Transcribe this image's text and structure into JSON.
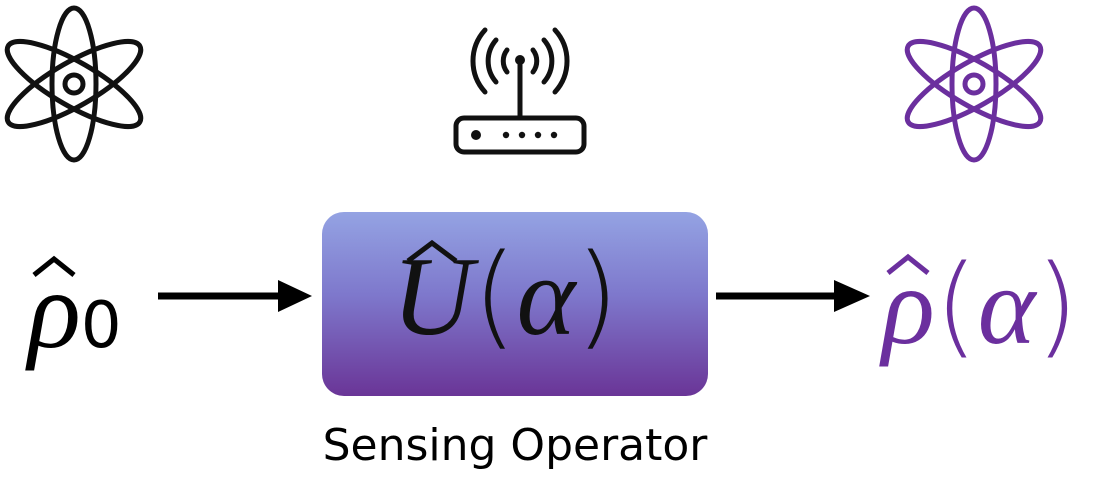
{
  "diagram": {
    "input_state": {
      "symbol": "ρ",
      "subscript": "0",
      "color": "#000000"
    },
    "operator": {
      "symbol": "U",
      "open_paren": "(",
      "argument": "α",
      "close_paren": ")",
      "caption": "Sensing Operator",
      "gradient_top": "#94a3e3",
      "gradient_bottom": "#6a3597"
    },
    "output_state": {
      "symbol": "ρ",
      "open_paren": "(",
      "argument": "α",
      "close_paren": ")",
      "color": "#6b2f9e"
    },
    "icons": {
      "input_atom": "atom-icon",
      "sensor": "router-antenna-icon",
      "output_atom": "atom-icon"
    }
  }
}
